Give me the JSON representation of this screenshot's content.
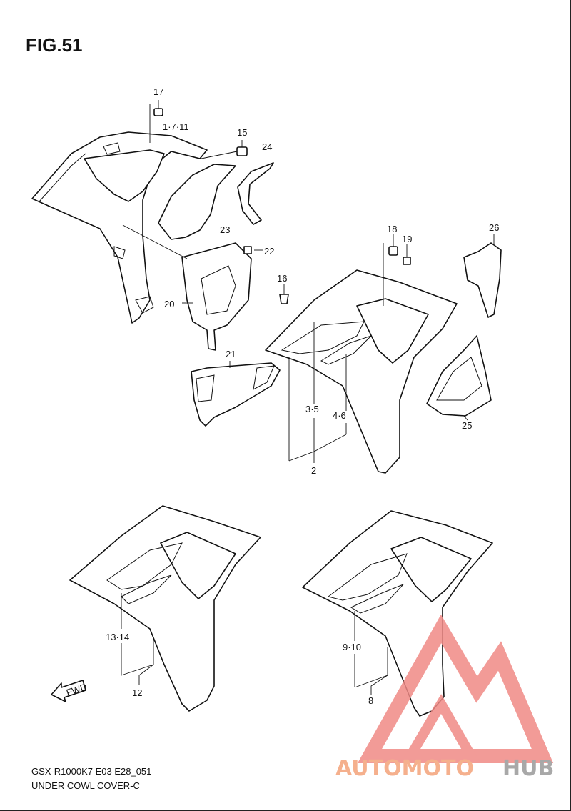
{
  "figure": {
    "title": "FIG.51"
  },
  "labels": {
    "l17": "17",
    "l1711": "1·7·11",
    "l15": "15",
    "l24": "24",
    "l23": "23",
    "l22": "22",
    "l20": "20",
    "l21": "21",
    "l16": "16",
    "l18": "18",
    "l19": "19",
    "l26": "26",
    "l35": "3·5",
    "l46": "4·6",
    "l2": "2",
    "l25": "25",
    "l1314": "13·14",
    "l12": "12",
    "l910": "9·10",
    "l8": "8",
    "fwd": "FWD"
  },
  "footer": {
    "model": "GSX-R1000K7 E03 E28_051",
    "name": "UNDER COWL COVER-C"
  },
  "watermark": {
    "part1": "AUTOMOTO",
    "part2": "HUB",
    "color1": "#f4a37a",
    "color2": "#9a9a9a",
    "triangle_color": "#f08a86"
  }
}
